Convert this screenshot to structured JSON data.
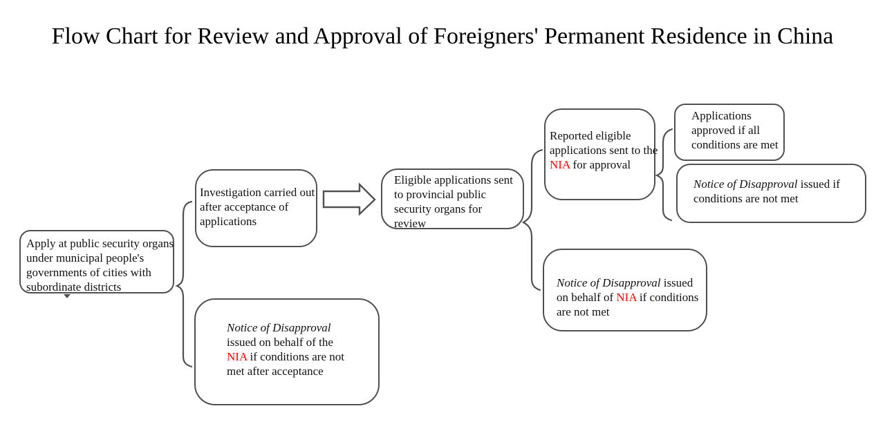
{
  "title": "Flow Chart for Review and Approval of Foreigners' Permanent Residence in China",
  "colors": {
    "line": "#505050",
    "text": "#111111",
    "highlight": "#ff0000"
  },
  "boxes": {
    "apply": {
      "lines": [
        "Apply at public security organs",
        "under municipal people's",
        "governments of cities with",
        "subordinate districts"
      ]
    },
    "investigation": {
      "lines": [
        "Investigation carried out",
        "after acceptance of",
        "applications"
      ]
    },
    "disapproval_after_acceptance": {
      "title_italic": "Notice of Disapproval",
      "line2": "issued on behalf of the",
      "nia": "NIA",
      "line3_rest": " if conditions are not",
      "line4": "met after acceptance"
    },
    "eligible": {
      "lines": [
        "Eligible applications sent",
        "to provincial public",
        "security organs for",
        "review"
      ]
    },
    "reported": {
      "line1": "Reported eligible",
      "line2": "applications sent to the",
      "nia": "NIA",
      "line3_rest": " for approval"
    },
    "approved": {
      "lines": [
        "Applications",
        "approved if all",
        "conditions are met"
      ]
    },
    "disapproval_review": {
      "title_italic": "Notice of Disapproval",
      "line1_rest": " issued if",
      "line2": "conditions are not met"
    },
    "disapproval_nia": {
      "title_italic": "Notice of Disapproval",
      "line1_rest": " issued",
      "line2_pre": "on behalf of ",
      "nia": "NIA",
      "line2_rest": " if conditions",
      "line3": "are not met"
    }
  }
}
